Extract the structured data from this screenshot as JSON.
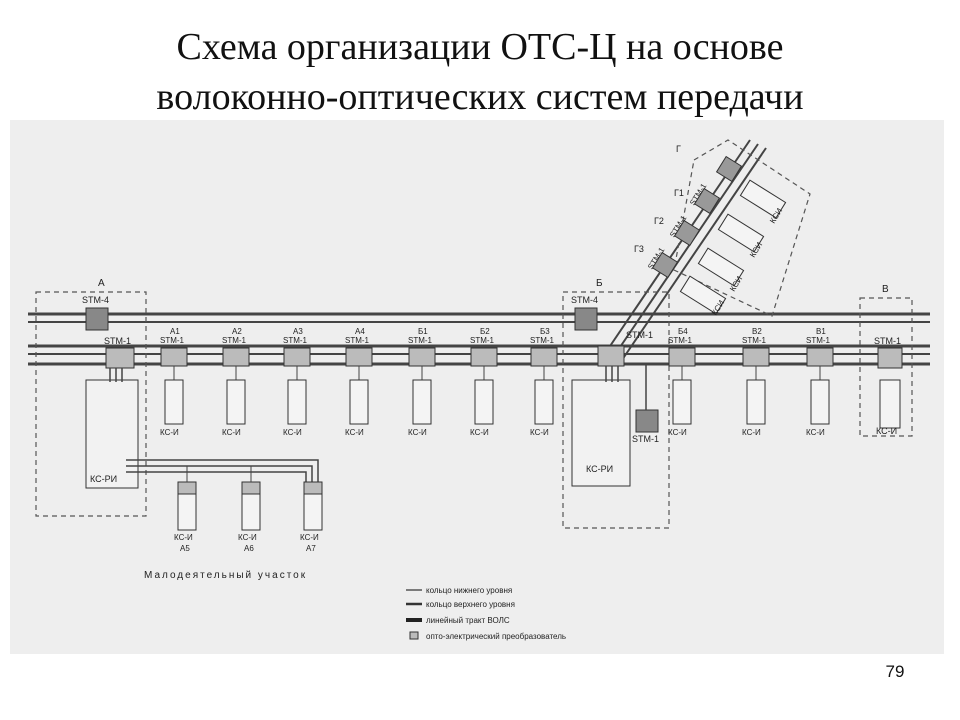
{
  "slide": {
    "title_line1": "Схема организации ОТС-Ц на основе",
    "title_line2": "волоконно-оптических систем передачи",
    "page_number": "79"
  },
  "diagram": {
    "stations": {
      "a": "А",
      "b": "Б",
      "v": "В",
      "g": "Г"
    },
    "stm4": "STM-4",
    "stm1": "STM-1",
    "ks_ri": "КС-РИ",
    "ks_i": "КС-И",
    "ksi_diag": "КСИ",
    "branch_labels": [
      "Г",
      "Г1",
      "Г2",
      "Г3"
    ],
    "top_labels": [
      "А1",
      "А2",
      "А3",
      "А4",
      "Б1",
      "Б2",
      "Б3",
      "Б4",
      "В2",
      "В1"
    ],
    "bottom_labels": [
      "А5",
      "А6",
      "А7"
    ],
    "section_caption": "Малодеятельный участок",
    "legend": [
      "кольцо нижнего уровня",
      "кольцо верхнего уровня",
      "линейный тракт ВОЛС",
      "опто-электрический преобразователь"
    ]
  }
}
